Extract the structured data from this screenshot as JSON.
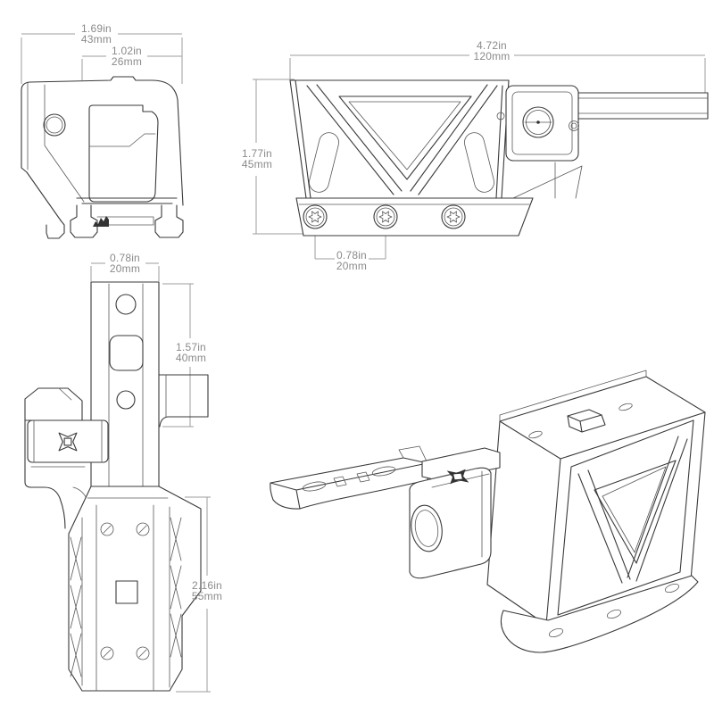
{
  "canvas": {
    "background": "#ffffff"
  },
  "colors": {
    "part_line": "#3a3a3a",
    "dimension_line": "#9e9e9e",
    "dimension_text": "#8a8a8a"
  },
  "icons": {
    "brand_logo": "four-point-star-icon",
    "fastener": "torx-screw-icon"
  },
  "dimensions": {
    "side_overall_width": {
      "inches": "1.69in",
      "metric": "43mm"
    },
    "side_inner_width": {
      "inches": "1.02in",
      "metric": "26mm"
    },
    "front_overall_width": {
      "inches": "4.72in",
      "metric": "120mm"
    },
    "front_height": {
      "inches": "1.77in",
      "metric": "45mm"
    },
    "front_screw_spacing": {
      "inches": "0.78in",
      "metric": "20mm"
    },
    "top_column_width": {
      "inches": "0.78in",
      "metric": "20mm"
    },
    "top_upper_height": {
      "inches": "1.57in",
      "metric": "40mm"
    },
    "top_lower_height": {
      "inches": "2.16in",
      "metric": "55mm"
    }
  }
}
